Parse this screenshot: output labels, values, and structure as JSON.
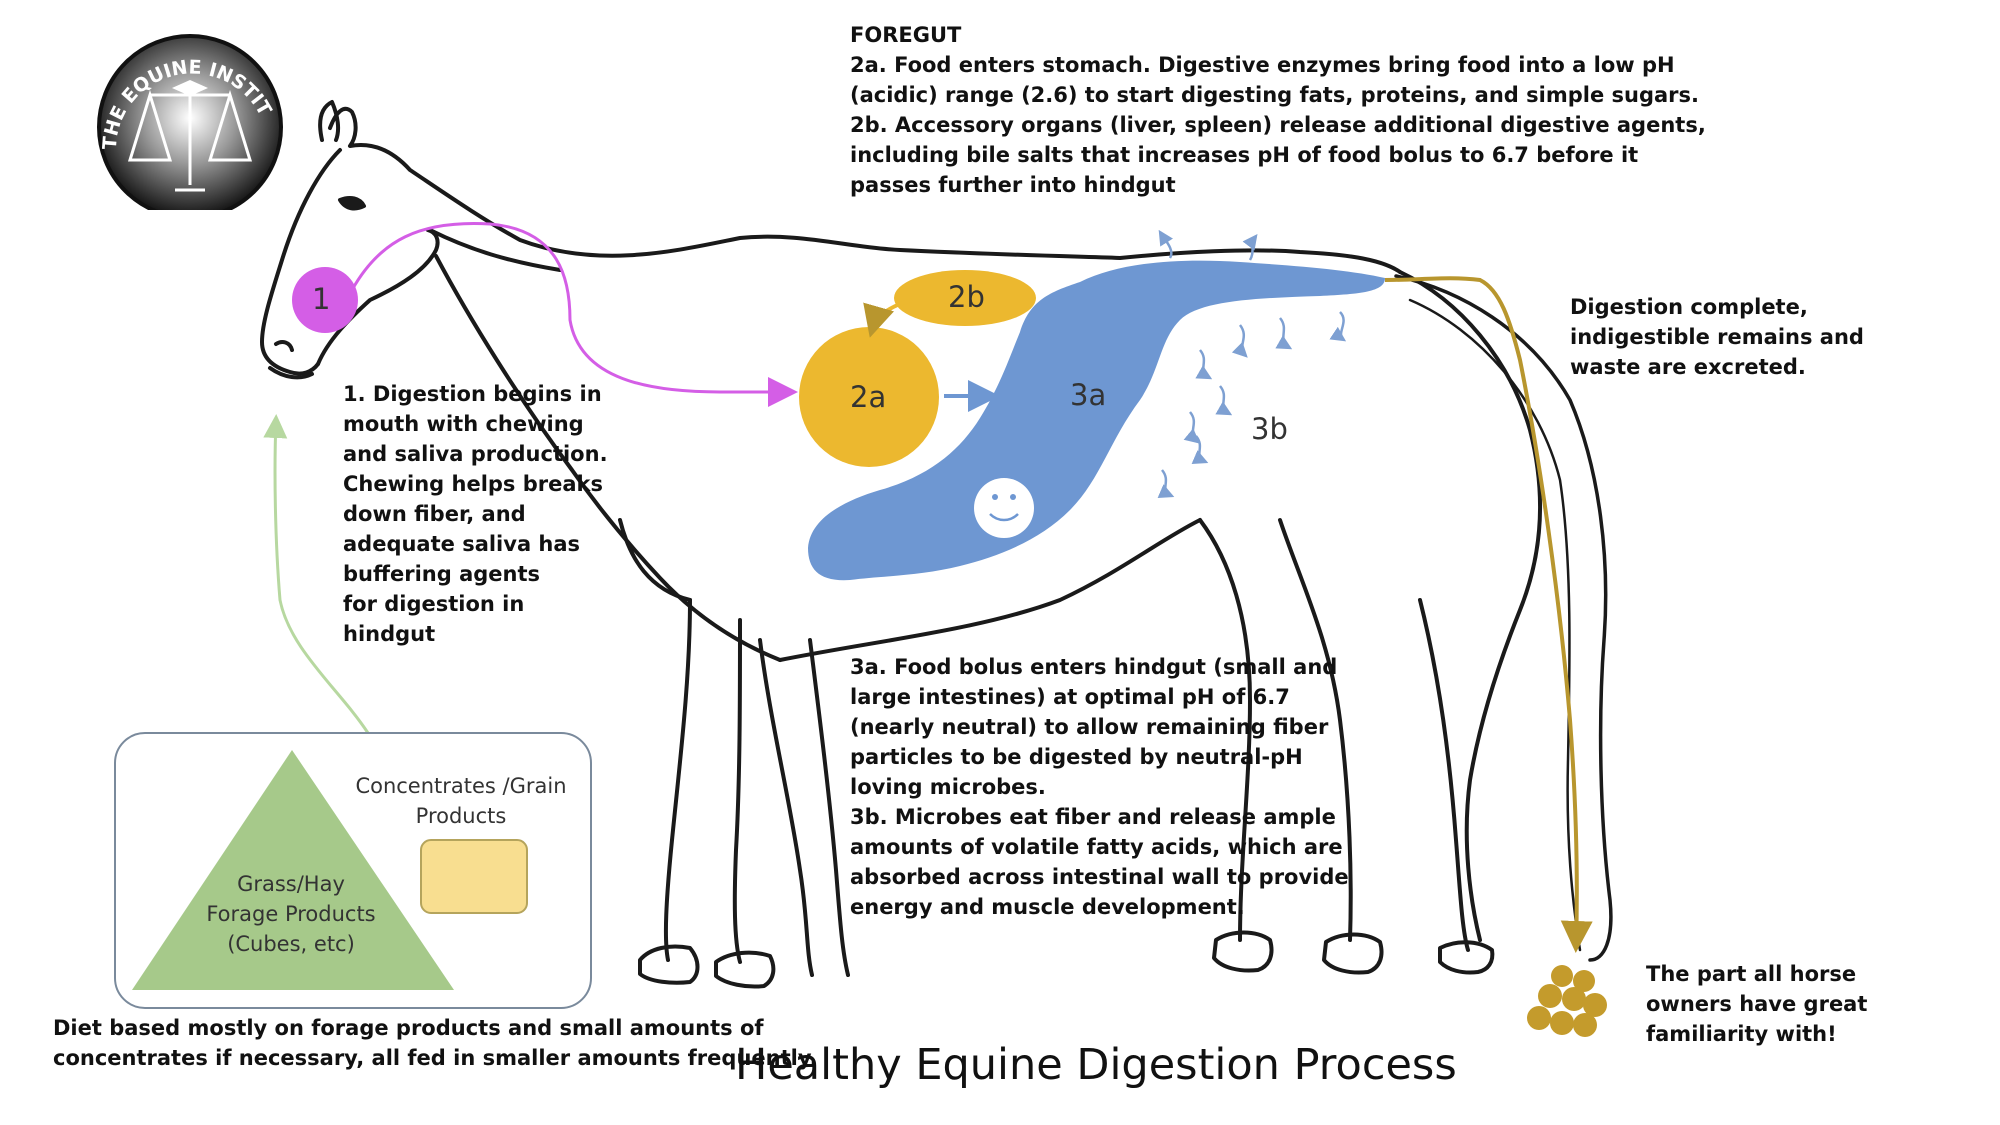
{
  "logo": {
    "text": "THE EQUINE INSTITUTE"
  },
  "foregut": {
    "heading": "FOREGUT",
    "text_2a": "2a. Food enters stomach. Digestive enzymes bring food into a low pH\n(acidic) range (2.6)  to start digesting fats, proteins, and simple sugars.",
    "text_2b": "2b. Accessory organs (liver, spleen) release additional digestive agents,\nincluding bile salts that increases pH of food bolus to 6.7 before it\npasses further into hindgut"
  },
  "mouth": {
    "marker": "1",
    "text": "1. Digestion begins in\nmouth with chewing\nand saliva production.\nChewing  helps breaks\ndown fiber, and\nadequate saliva has\nbuffering agents\n for digestion in\nhindgut"
  },
  "organs": {
    "stomach": "2a",
    "accessory": "2b",
    "hindgut": "3a",
    "microbes": "3b"
  },
  "hindgut": {
    "text_3a": "3a. Food bolus enters hindgut (small and\nlarge intestines) at optimal pH of 6.7\n(nearly neutral) to allow remaining fiber\nparticles to be digested by neutral-pH\nloving microbes.",
    "text_3b": "3b. Microbes eat fiber and release ample\namounts of volatile fatty acids, which are\nabsorbed across intestinal wall to provide\nenergy and muscle development."
  },
  "excretion": {
    "complete": "Digestion complete,\nindigestible remains and\nwaste are excreted.",
    "familiar": "The part all horse\nowners have great\nfamiliarity with!"
  },
  "diet": {
    "forage_label": "Grass/Hay\nForage Products\n(Cubes, etc)",
    "concentrate_label": "Concentrates /Grain\nProducts",
    "caption": "Diet based mostly on forage products and small amounts of\nconcentrates if necessary, all fed in smaller amounts frequently."
  },
  "title": "Healthy Equine Digestion Process",
  "colors": {
    "mouth": "#d45ee6",
    "stomach": "#ecb82f",
    "hindgut": "#6e97d2",
    "excretion": "#b8962e",
    "forage": "#a6c98a",
    "concentrate": "#f8de90",
    "feed_arrow": "#b7d8a0"
  }
}
